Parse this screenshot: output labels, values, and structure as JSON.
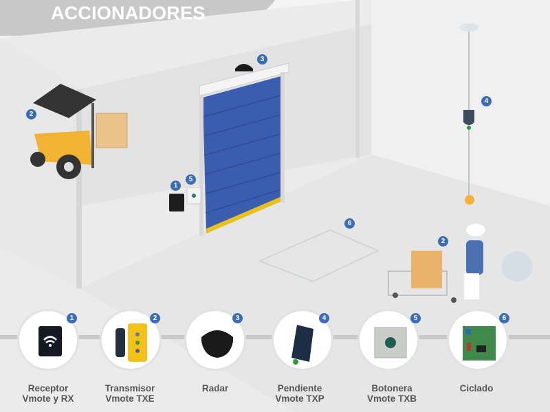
{
  "title": "ACCIONADORES",
  "scene_badges": [
    {
      "number": "1",
      "target": "receptor"
    },
    {
      "number": "5",
      "target": "botonera"
    },
    {
      "number": "3",
      "target": "radar"
    },
    {
      "number": "2",
      "target": "forklift"
    },
    {
      "number": "4",
      "target": "pendiente"
    },
    {
      "number": "6",
      "target": "ciclado"
    },
    {
      "number": "2",
      "target": "worker"
    }
  ],
  "products": [
    {
      "number": "1",
      "line1": "Receptor",
      "line2": "Vmote y RX"
    },
    {
      "number": "2",
      "line1": "Transmisor",
      "line2": "Vmote TXE"
    },
    {
      "number": "3",
      "line1": "Radar",
      "line2": ""
    },
    {
      "number": "4",
      "line1": "Pendiente",
      "line2": "Vmote TXP"
    },
    {
      "number": "5",
      "line1": "Botonera",
      "line2": "Vmote TXB"
    },
    {
      "number": "6",
      "line1": "Ciclado",
      "line2": ""
    }
  ],
  "colors": {
    "badge": "#3a6db5",
    "door": "#3b5db0",
    "forklift": "#f2b233",
    "header": "#c8c8c8"
  }
}
